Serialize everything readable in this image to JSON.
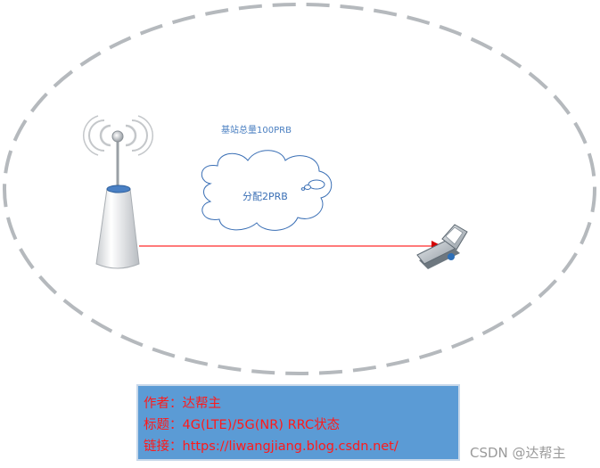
{
  "diagram": {
    "cell_title": "基站总量100PRB",
    "cloud_label": "分配2PRB",
    "icons": [
      "cell-tower-icon",
      "mobile-phone-icon",
      "cloud-shape",
      "radio-waves-icon"
    ],
    "colors": {
      "boundary": "#b5b9bd",
      "link": "#ff2b2b",
      "cloud_stroke": "#3a6fb5",
      "info_box": "#5b9bd5",
      "info_text": "#ff1a1a"
    }
  },
  "info_box": {
    "author": "作者：达帮主",
    "title": "标题：4G(LTE)/5G(NR) RRC状态",
    "link": "链接：https://liwangjiang.blog.csdn.net/"
  },
  "watermark": "CSDN @达帮主"
}
